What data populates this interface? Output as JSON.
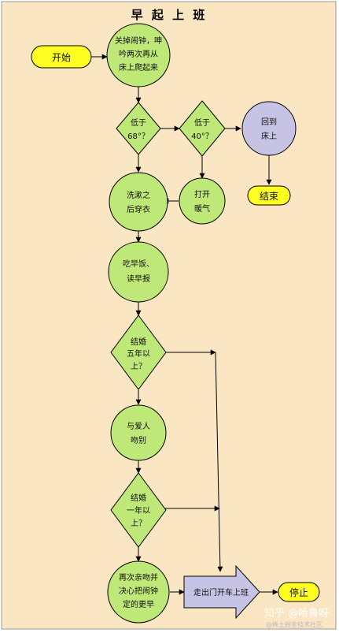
{
  "title": "早 起 上 班",
  "colors": {
    "background": "#FBE6C4",
    "node_fill": "#BEE878",
    "terminal_fill": "#FFFF22",
    "back_node_fill": "#C7C3E5",
    "stroke": "#000000",
    "arrow_fill": "#C7C3E5"
  },
  "nodes": {
    "start": "开始",
    "turn_off_alarm": [
      "关掉闹钟，呻",
      "吟两次再从",
      "床上爬起来"
    ],
    "below_68": [
      "低于",
      "68°？"
    ],
    "below_40": [
      "低于",
      "40°？"
    ],
    "back_to_bed": [
      "回到",
      "床上"
    ],
    "end": "结束",
    "heater": [
      "打开",
      "暖气"
    ],
    "wash_dress": [
      "洗漱之",
      "后穿衣"
    ],
    "breakfast": [
      "吃早饭、",
      "读早报"
    ],
    "married_5yr": [
      "结婚",
      "五年以",
      "上？"
    ],
    "kiss_wife": [
      "与爱人",
      "吻别"
    ],
    "married_1yr": [
      "结婚",
      "一年以",
      "上？"
    ],
    "kiss_again": [
      "再次亲吻并",
      "决心把闹钟",
      "定的更早"
    ],
    "drive_to_work": "走出门开车上班",
    "stop": "停止"
  },
  "watermark": {
    "main": "知乎 @哈鲁呀",
    "sub": "@稀土掘金技术社区"
  }
}
